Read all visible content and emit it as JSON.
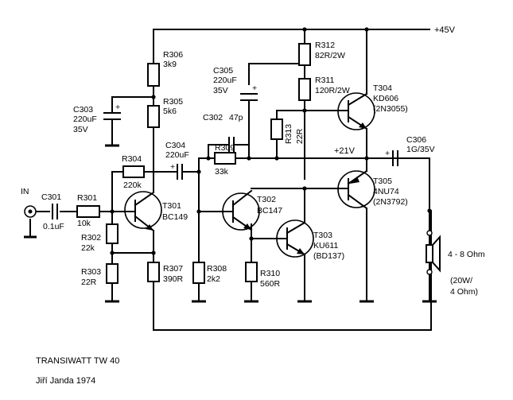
{
  "supply": {
    "pos45": "+45V",
    "pos21": "+21V"
  },
  "input": {
    "label": "IN"
  },
  "resistors": {
    "r301": {
      "name": "R301",
      "value": "10k"
    },
    "r302": {
      "name": "R302",
      "value": "22k"
    },
    "r303": {
      "name": "R303",
      "value": "22R"
    },
    "r304": {
      "name": "R304",
      "value": "220k"
    },
    "r305": {
      "name": "R305",
      "value": "5k6"
    },
    "r306": {
      "name": "R306",
      "value": "3k9"
    },
    "r307": {
      "name": "R307",
      "value": "390R"
    },
    "r308": {
      "name": "R308",
      "value": "2k2"
    },
    "r309": {
      "name": "R309",
      "value": "33k"
    },
    "r310": {
      "name": "R310",
      "value": "560R"
    },
    "r311": {
      "name": "R311",
      "value": "120R/2W"
    },
    "r312": {
      "name": "R312",
      "value": "82R/2W"
    },
    "r313": {
      "name": "R313",
      "value": "22R"
    }
  },
  "capacitors": {
    "c301": {
      "name": "C301",
      "value": "0.1uF"
    },
    "c302": {
      "name": "C302",
      "value": "47p"
    },
    "c303": {
      "name": "C303",
      "value1": "220uF",
      "value2": "35V"
    },
    "c304": {
      "name": "C304",
      "value": "220uF"
    },
    "c305": {
      "name": "C305",
      "value1": "220uF",
      "value2": "35V"
    },
    "c306": {
      "name": "C306",
      "value": "1G/35V"
    }
  },
  "transistors": {
    "t301": {
      "name": "T301",
      "type": "BC149"
    },
    "t302": {
      "name": "T302",
      "type": "BC147"
    },
    "t303": {
      "name": "T303",
      "type": "KU611",
      "alt": "(BD137)"
    },
    "t304": {
      "name": "T304",
      "type": "KD606",
      "alt": "(2N3055)"
    },
    "t305": {
      "name": "T305",
      "type": "4NU74",
      "alt": "(2N3792)"
    }
  },
  "speaker": {
    "impedance": "4 - 8 Ohm",
    "power": "(20W/",
    "power2": "4 Ohm)"
  },
  "footer": {
    "title": "TRANSIWATT TW 40",
    "author": "Jiří Janda 1974"
  },
  "polarity": "+"
}
